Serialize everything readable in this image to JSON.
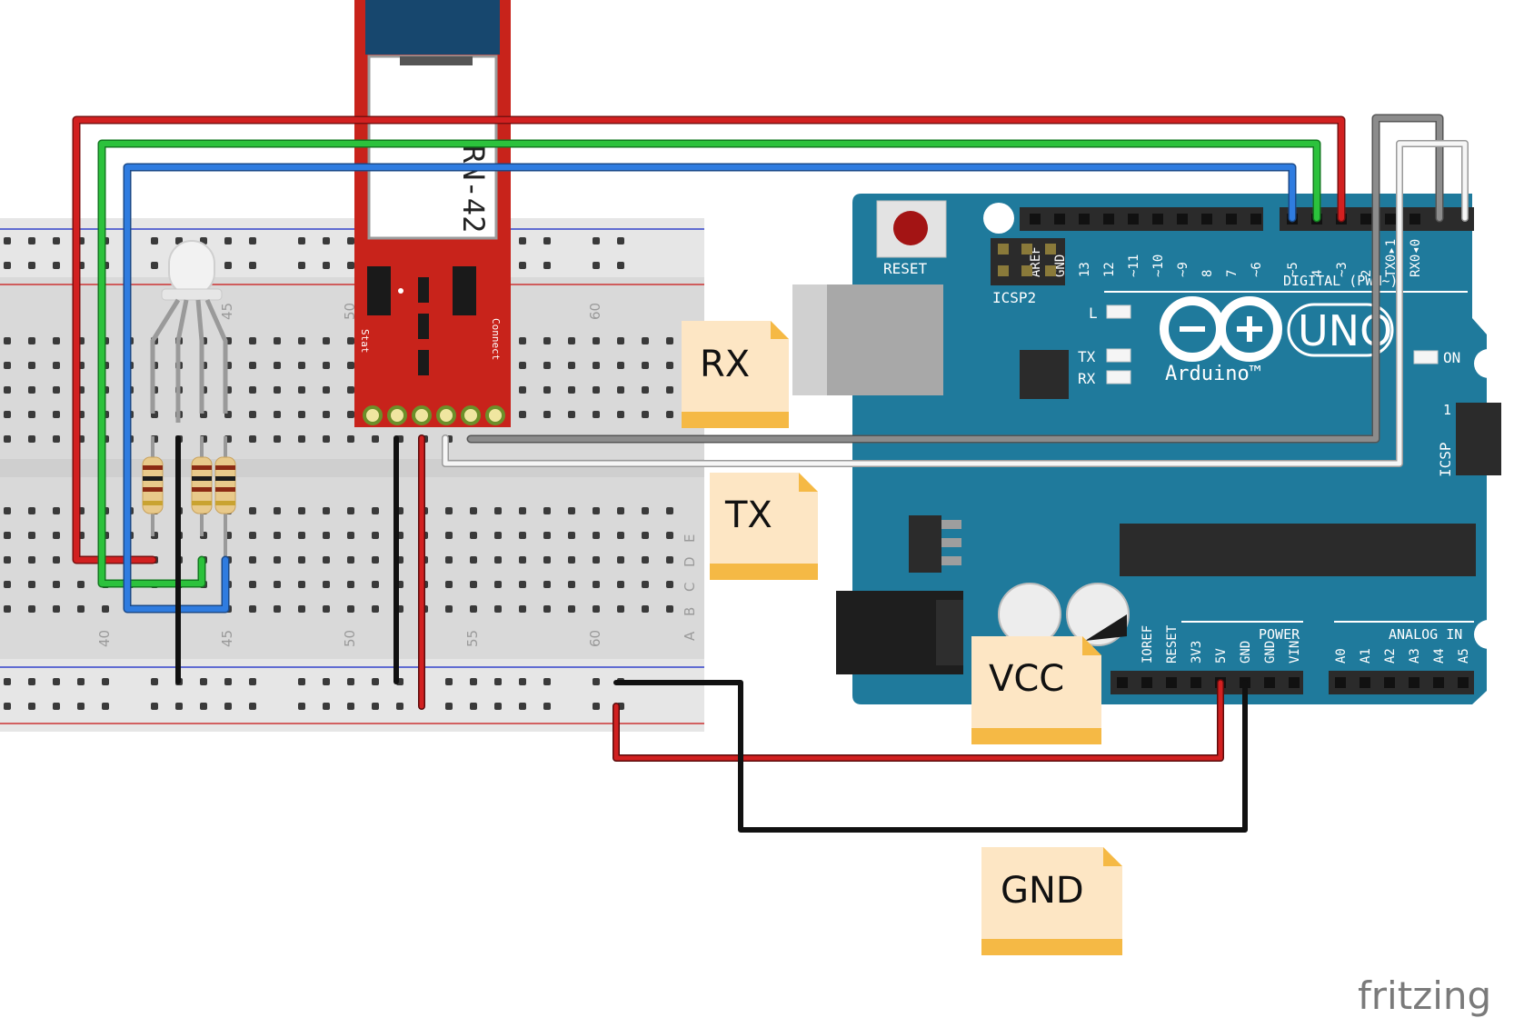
{
  "notes": [
    {
      "id": "rx",
      "text": "RX"
    },
    {
      "id": "tx",
      "text": "TX"
    },
    {
      "id": "vcc",
      "text": "VCC"
    },
    {
      "id": "gnd",
      "text": "GND"
    }
  ],
  "breadboard": {
    "top_numbers": [
      "45",
      "50",
      "60"
    ],
    "bottom_numbers": [
      "40",
      "45",
      "50",
      "55",
      "60"
    ],
    "row_letters": [
      "E",
      "D",
      "C",
      "B",
      "A"
    ]
  },
  "bt_module": {
    "label": "RN-42",
    "stat_label": "Stat",
    "connect_label": "Connect"
  },
  "arduino": {
    "reset_label": "RESET",
    "icsp2_label": "ICSP2",
    "icsp_label": "ICSP",
    "icsp_pin1": "1",
    "digital_label": "DIGITAL (PWM~)",
    "digital_pins": [
      "AREF",
      "GND",
      "13",
      "12",
      "~11",
      "~10",
      "~9",
      "8",
      "7",
      "~6",
      "~5",
      "4",
      "~3",
      "2",
      "TX0▸1",
      "RX0◂0"
    ],
    "led_l": "L",
    "led_tx": "TX",
    "led_rx": "RX",
    "on_label": "ON",
    "uno_label": "UNO",
    "brand": "Arduino™",
    "power_label": "POWER",
    "power_pins": [
      "IOREF",
      "RESET",
      "3V3",
      "5V",
      "GND",
      "GND",
      "VIN"
    ],
    "analog_label": "ANALOG IN",
    "analog_pins": [
      "A0",
      "A1",
      "A2",
      "A3",
      "A4",
      "A5"
    ]
  },
  "watermark": "fritzing",
  "colors": {
    "board": "#1f7a9c",
    "module": "#c8231b",
    "wire_red": "#c81e1e",
    "wire_green": "#22b333",
    "wire_blue": "#2a72cf",
    "wire_black": "#1a1a1a",
    "wire_grey": "#8c8c8c",
    "wire_white": "#f4f4f4",
    "note_bg": "#fde6c4",
    "note_band": "#f5b945"
  }
}
